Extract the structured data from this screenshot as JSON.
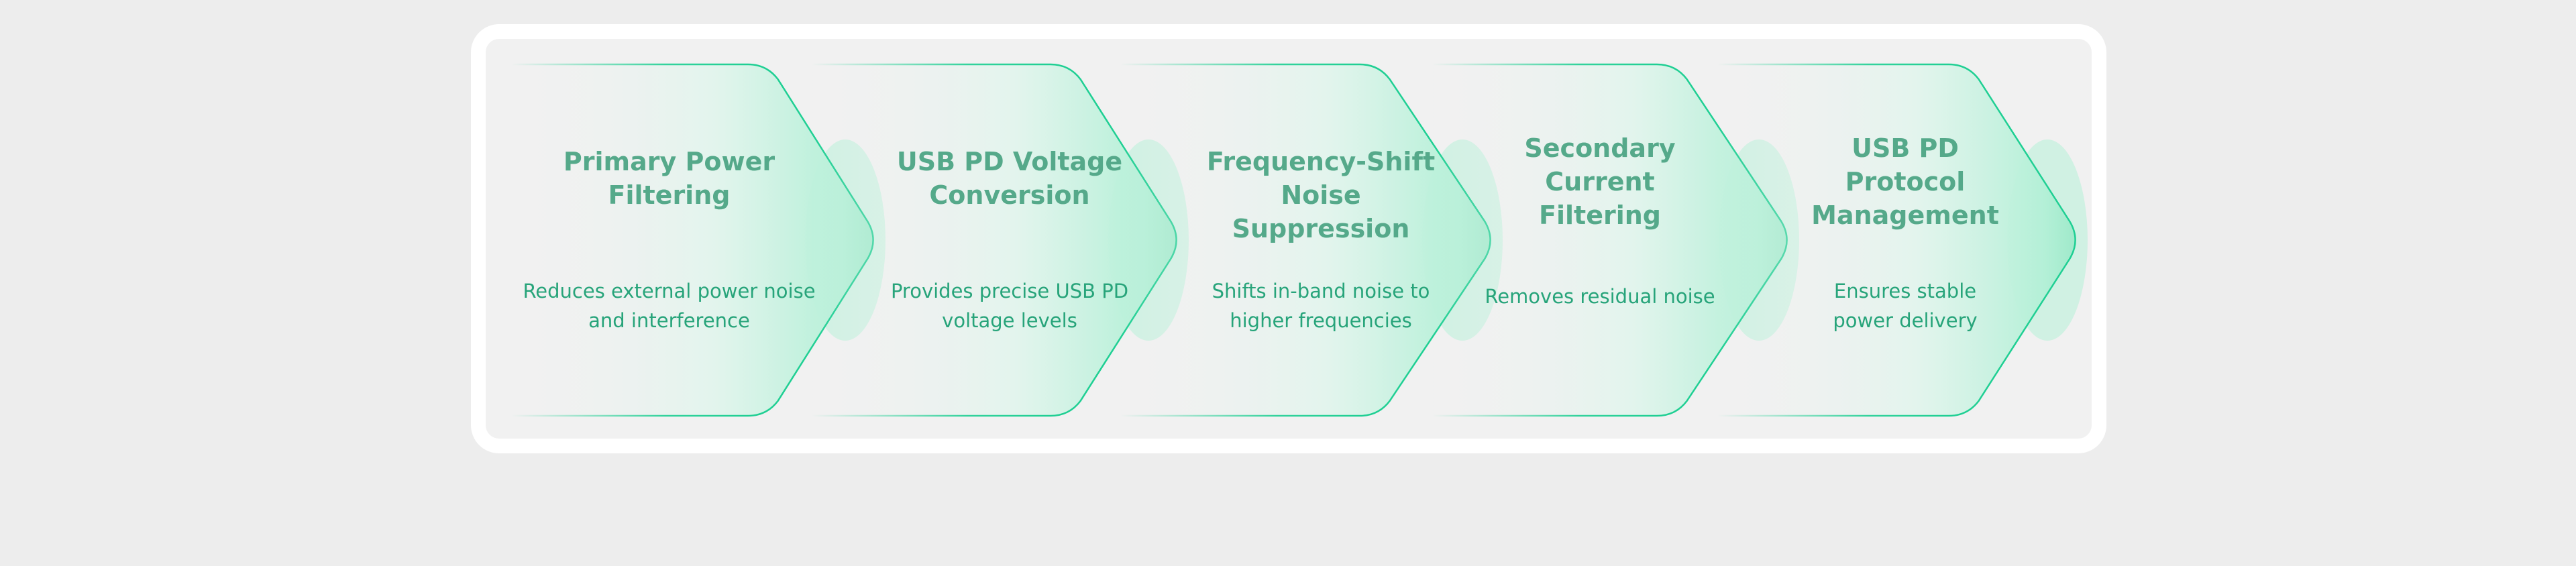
{
  "colors": {
    "background": "#ededed",
    "card_border": "#ffffff",
    "card_fill": "#f1f1f1",
    "arrow_stroke": "#1fcf93",
    "arrow_glow": "#b4f0d7",
    "title": "#55a98a",
    "description": "#27a47a"
  },
  "steps": [
    {
      "title": "Primary Power\nFiltering",
      "description": "Reduces external power noise\nand interference"
    },
    {
      "title": "USB PD Voltage\nConversion",
      "description": "Provides precise USB PD\nvoltage levels"
    },
    {
      "title": "Frequency-Shift\nNoise Suppression",
      "description": "Shifts in-band noise to\nhigher frequencies"
    },
    {
      "title": "Secondary\nCurrent\nFiltering",
      "description": "Removes residual noise"
    },
    {
      "title": "USB PD\nProtocol\nManagement",
      "description": "Ensures stable\npower delivery"
    }
  ]
}
